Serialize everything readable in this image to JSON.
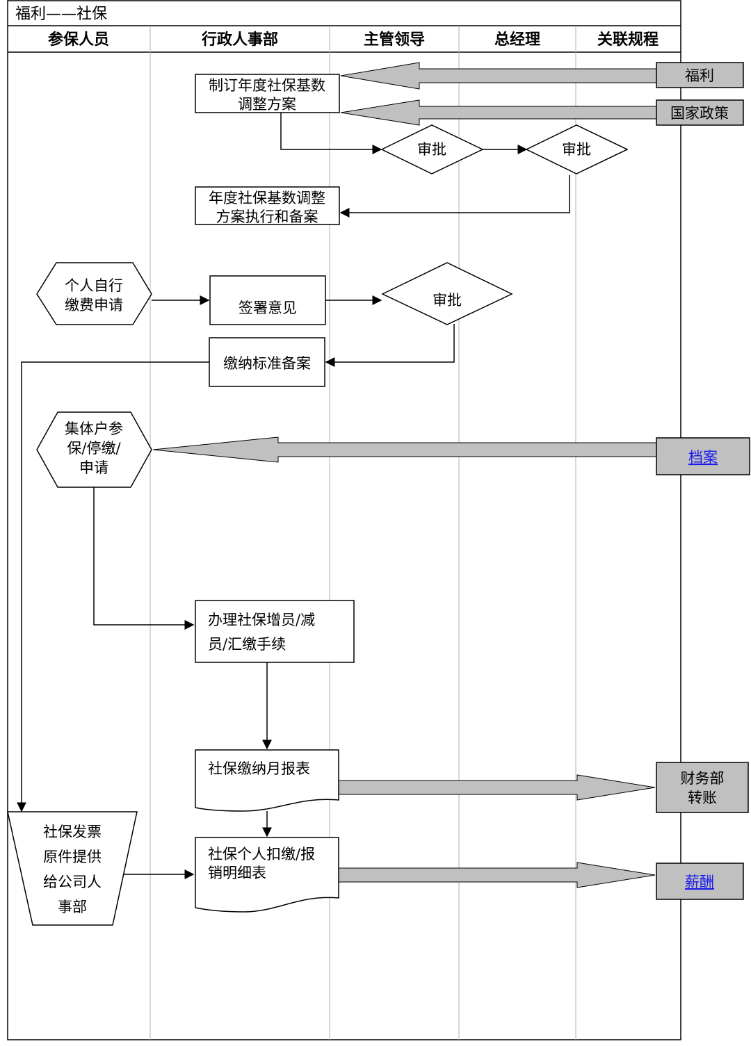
{
  "title": "福利——社保",
  "lanes": [
    "参保人员",
    "行政人事部",
    "主管领导",
    "总经理",
    "关联规程"
  ],
  "nodes": {
    "plan": [
      "制订年度社保基数",
      "调整方案"
    ],
    "approve1": "审批",
    "approve2": "审批",
    "execute": [
      "年度社保基数调整",
      "方案执行和备案"
    ],
    "self_apply": [
      "个人自行",
      "缴费申请"
    ],
    "sign": "签署意见",
    "approve3": "审批",
    "record": "缴纳标准备案",
    "group_apply": [
      "集体户参",
      "保/停缴/",
      "申请"
    ],
    "process": [
      "办理社保增员/减",
      "员/汇缴手续"
    ],
    "monthly": "社保缴纳月报表",
    "invoice": [
      "社保发票",
      "原件提供",
      "给公司人",
      "事部"
    ],
    "detail": [
      "社保个人扣缴/报",
      "销明细表"
    ]
  },
  "refs": {
    "welfare": "福利",
    "policy": "国家政策",
    "archive": "档案",
    "finance": [
      "财务部",
      "转账"
    ],
    "salary": "薪酬"
  },
  "colors": {
    "ref_fill": "#c0c0c0",
    "fat_arrow": "#c0c0c0",
    "link": "#1a1aee"
  }
}
